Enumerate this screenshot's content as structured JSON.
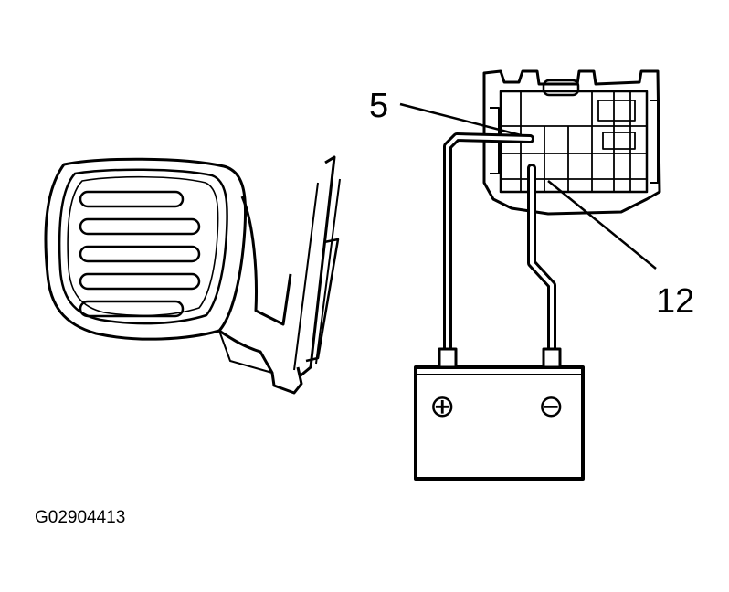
{
  "labels": {
    "pin_top": "5",
    "pin_bottom": "12",
    "figure_id": "G02904413"
  },
  "battery": {
    "positive_symbol": "⊕",
    "negative_symbol": "⊖"
  },
  "colors": {
    "line": "#000000",
    "background": "#ffffff"
  }
}
